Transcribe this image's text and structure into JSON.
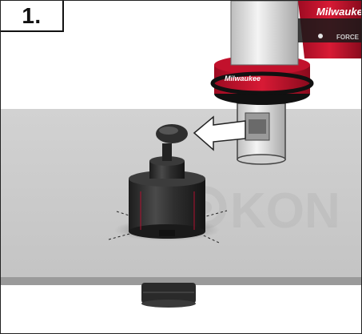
{
  "step": {
    "label": "1."
  },
  "tool": {
    "brand_top": "Milwaukee",
    "brand_collar": "Milwaukee",
    "model_text": "FORCE"
  },
  "watermark": {
    "text": "KON"
  },
  "colors": {
    "plate": "#c8c8c8",
    "tool_red": "#c8102e",
    "tool_dark": "#1a1a1a",
    "die_body": "#2b2b2b",
    "silver": "#e6e6e6",
    "arrow_fill": "#ffffff"
  }
}
